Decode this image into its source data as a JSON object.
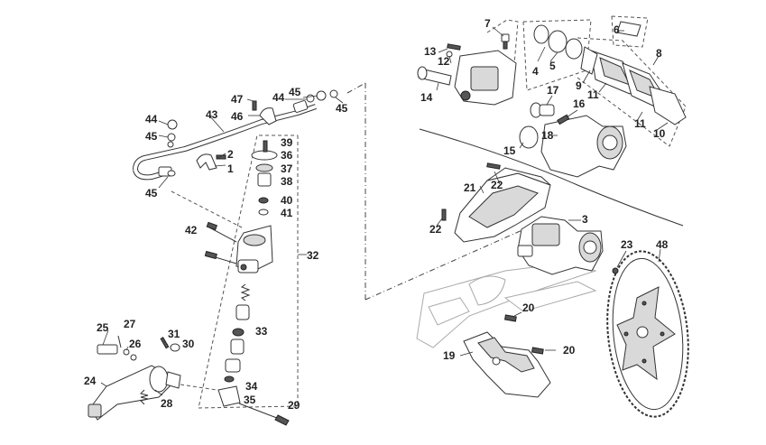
{
  "diagram": {
    "part_numbers": {
      "p1": "1",
      "p2": "2",
      "p3": "3",
      "p4": "4",
      "p5": "5",
      "p6": "6",
      "p7": "7",
      "p8": "8",
      "p9": "9",
      "p10": "10",
      "p11a": "11",
      "p11b": "11",
      "p12": "12",
      "p13": "13",
      "p14": "14",
      "p15": "15",
      "p16": "16",
      "p17": "17",
      "p18": "18",
      "p19": "19",
      "p20a": "20",
      "p20b": "20",
      "p21": "21",
      "p22a": "22",
      "p22b": "22",
      "p23": "23",
      "p24": "24",
      "p25": "25",
      "p26": "26",
      "p27": "27",
      "p28": "28",
      "p29": "29",
      "p30": "30",
      "p31": "31",
      "p32": "32",
      "p33": "33",
      "p34": "34",
      "p35": "35",
      "p36": "36",
      "p37": "37",
      "p38": "38",
      "p39": "39",
      "p40": "40",
      "p41": "41",
      "p42": "42",
      "p43": "43",
      "p44a": "44",
      "p44b": "44",
      "p45a": "45",
      "p45b": "45",
      "p45c": "45",
      "p45d": "45",
      "p46": "46",
      "p47": "47",
      "p48": "48"
    }
  }
}
